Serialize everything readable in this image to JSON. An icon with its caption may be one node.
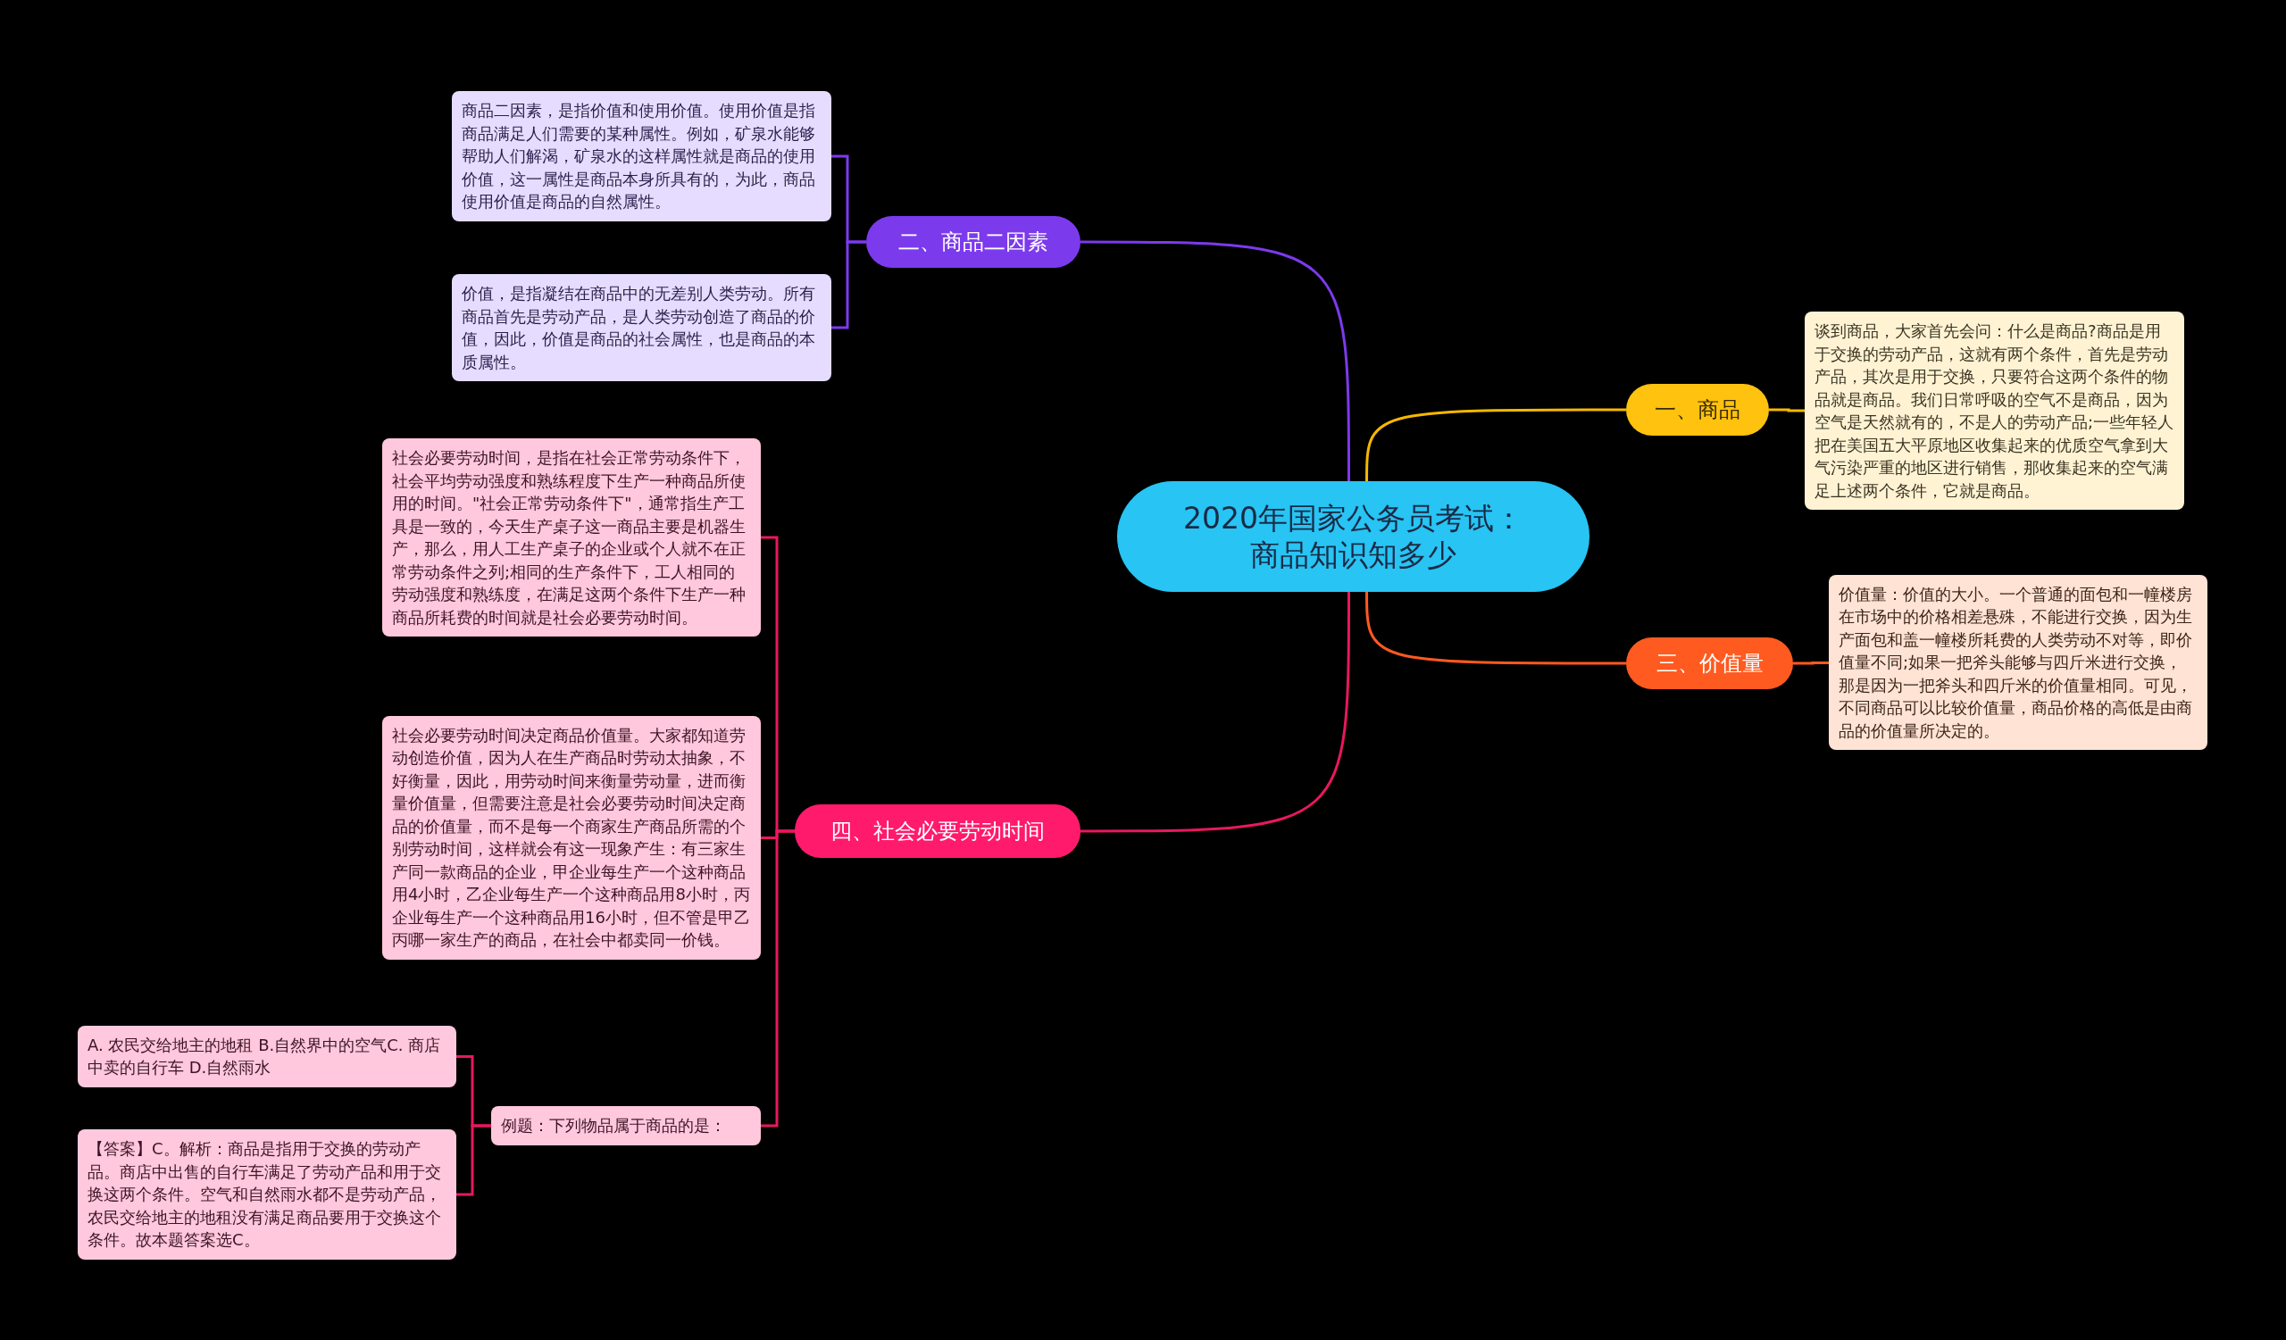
{
  "diagram": {
    "nodes": [
      {
        "text": [
          "2020年国家公务员考试：商品知识知多少"
        ]
      },
      {
        "text": [
          "一、商品"
        ]
      },
      {
        "text": [
          "谈到商品，大家首先会问：什么是商品?商品是用于交换的劳动产品，这就有两个条件，首先是劳动产品，其次是用于交换，只要符合这两个条件的物品就是商品。我们日常呼吸的空气不是商品，因为空气是天然就有的，不是人的劳动产品;一些年轻人把在美国五大平原地区收集起来的优质空气拿到大气污染严重的地区进行销售，那收集起来的空气满足上述两个条件，它就是商品。"
        ]
      },
      {
        "text": [
          "二、商品二因素"
        ]
      },
      {
        "text": [
          "商品二因素，是指价值和使用价值。使用价值是指商品满足人们需要的某种属性。例如，矿泉水能够帮助人们解渴，矿泉水的这样属性就是商品的使用价值，这一属性是商品本身所具有的，为此，商品使用价值是商品的自然属性。"
        ]
      },
      {
        "text": [
          "价值，是指凝结在商品中的无差别人类劳动。所有商品首先是劳动产品，是人类劳动创造了商品的价值，因此，价值是商品的社会属性，也是商品的本质属性。"
        ]
      },
      {
        "text": [
          "三、价值量"
        ]
      },
      {
        "text": [
          "价值量：价值的大小。一个普通的面包和一幢楼房在市场中的价格相差悬殊，不能进行交换，因为生产面包和盖一幢楼所耗费的人类劳动不对等，即价值量不同;如果一把斧头能够与四斤米进行交换，那是因为一把斧头和四斤米的价值量相同。可见，不同商品可以比较价值量，商品价格的高低是由商品的价值量所决定的。"
        ]
      },
      {
        "text": [
          "四、社会必要劳动时间"
        ]
      },
      {
        "text": [
          "社会必要劳动时间，是指在社会正常劳动条件下，社会平均劳动强度和熟练程度下生产一种商品所使用的时间。\"社会正常劳动条件下\"，通常指生产工具是一致的，今天生产桌子这一商品主要是机器生产，那么，用人工生产桌子的企业或个人就不在正常劳动条件之列;相同的生产条件下，工人相同的劳动强度和熟练度，在满足这两个条件下生产一种商品所耗费的时间就是社会必要劳动时间。"
        ]
      },
      {
        "text": [
          "社会必要劳动时间决定商品价值量。大家都知道劳动创造价值，因为人在生产商品时劳动太抽象，不好衡量，因此，用劳动时间来衡量劳动量，进而衡量价值量，但需要注意是社会必要劳动时间决定商品的价值量，而不是每一个商家生产商品所需的个别劳动时间，这样就会有这一现象产生：有三家生产同一款商品的企业，甲企业每生产一个这种商品用4小时，乙企业每生产一个这种商品用8小时，丙企业每生产一个这种商品用16小时，但不管是甲乙丙哪一家生产的商品，在社会中都卖同一价钱。"
        ]
      },
      {
        "text": [
          "例题：下列物品属于商品的是："
        ]
      },
      {
        "text": [
          "A. 农民交给地主的地租 B.自然界中的空气C. 商店中卖的自行车 D.自然雨水"
        ]
      },
      {
        "text": [
          "【答案】C。解析：商品是指用于交换的劳动产品。商店中出售的自行车满足了劳动产品和用于交换这两个条件。空气和自然雨水都不是劳动产品，农民交给地主的地租没有满足商品要用于交换这个条件。故本题答案选C。"
        ]
      }
    ],
    "edges": [
      {
        "from": 0,
        "to": 1,
        "arrow": "none",
        "color": "#f5b800"
      },
      {
        "from": 1,
        "to": 2,
        "arrow": "none",
        "color": "#f5b800"
      },
      {
        "from": 0,
        "to": 3,
        "arrow": "none",
        "color": "#7c3aed"
      },
      {
        "from": 3,
        "to": 4,
        "arrow": "none",
        "color": "#7c3aed"
      },
      {
        "from": 3,
        "to": 5,
        "arrow": "none",
        "color": "#7c3aed"
      },
      {
        "from": 0,
        "to": 6,
        "arrow": "none",
        "color": "#ff5a1f"
      },
      {
        "from": 6,
        "to": 7,
        "arrow": "none",
        "color": "#ff5a1f"
      },
      {
        "from": 0,
        "to": 8,
        "arrow": "none",
        "color": "#e8185f"
      },
      {
        "from": 8,
        "to": 9,
        "arrow": "none",
        "color": "#e8185f"
      },
      {
        "from": 8,
        "to": 10,
        "arrow": "none",
        "color": "#e8185f"
      },
      {
        "from": 8,
        "to": 11,
        "arrow": "none",
        "color": "#e8185f"
      },
      {
        "from": 11,
        "to": 12,
        "arrow": "none",
        "color": "#e8185f"
      },
      {
        "from": 11,
        "to": 13,
        "arrow": "none",
        "color": "#e8185f"
      }
    ]
  }
}
